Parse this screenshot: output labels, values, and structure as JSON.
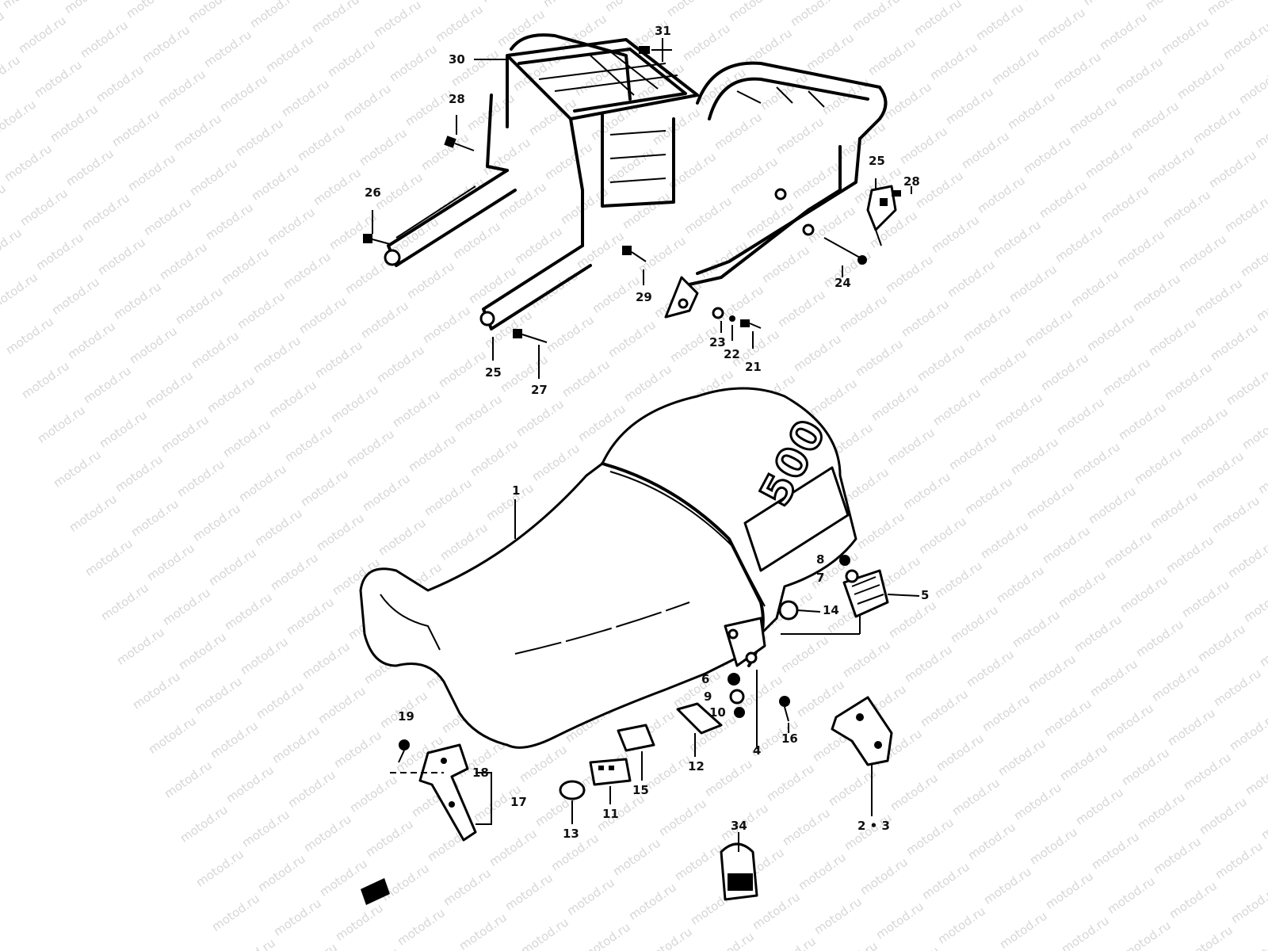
{
  "watermark": {
    "text": "motod.ru"
  },
  "seat_emblem": {
    "text": "500"
  },
  "callouts": [
    {
      "id": "c30",
      "label": "30"
    },
    {
      "id": "c31",
      "label": "31"
    },
    {
      "id": "c28a",
      "label": "28"
    },
    {
      "id": "c26",
      "label": "26"
    },
    {
      "id": "c29",
      "label": "29"
    },
    {
      "id": "c25a",
      "label": "25"
    },
    {
      "id": "c27",
      "label": "27"
    },
    {
      "id": "c25b",
      "label": "25"
    },
    {
      "id": "c28b",
      "label": "28"
    },
    {
      "id": "c24",
      "label": "24"
    },
    {
      "id": "c23",
      "label": "23"
    },
    {
      "id": "c22",
      "label": "22"
    },
    {
      "id": "c21",
      "label": "21"
    },
    {
      "id": "c1",
      "label": "1"
    },
    {
      "id": "c8",
      "label": "8"
    },
    {
      "id": "c7",
      "label": "7"
    },
    {
      "id": "c5",
      "label": "5"
    },
    {
      "id": "c14",
      "label": "14"
    },
    {
      "id": "c6",
      "label": "6"
    },
    {
      "id": "c9",
      "label": "9"
    },
    {
      "id": "c10",
      "label": "10"
    },
    {
      "id": "c16",
      "label": "16"
    },
    {
      "id": "c4",
      "label": "4"
    },
    {
      "id": "c12",
      "label": "12"
    },
    {
      "id": "c19",
      "label": "19"
    },
    {
      "id": "c18",
      "label": "18"
    },
    {
      "id": "c17",
      "label": "17"
    },
    {
      "id": "c15",
      "label": "15"
    },
    {
      "id": "c11",
      "label": "11"
    },
    {
      "id": "c13",
      "label": "13"
    },
    {
      "id": "c23b",
      "label": "2 • 3"
    },
    {
      "id": "c34",
      "label": "34"
    }
  ]
}
